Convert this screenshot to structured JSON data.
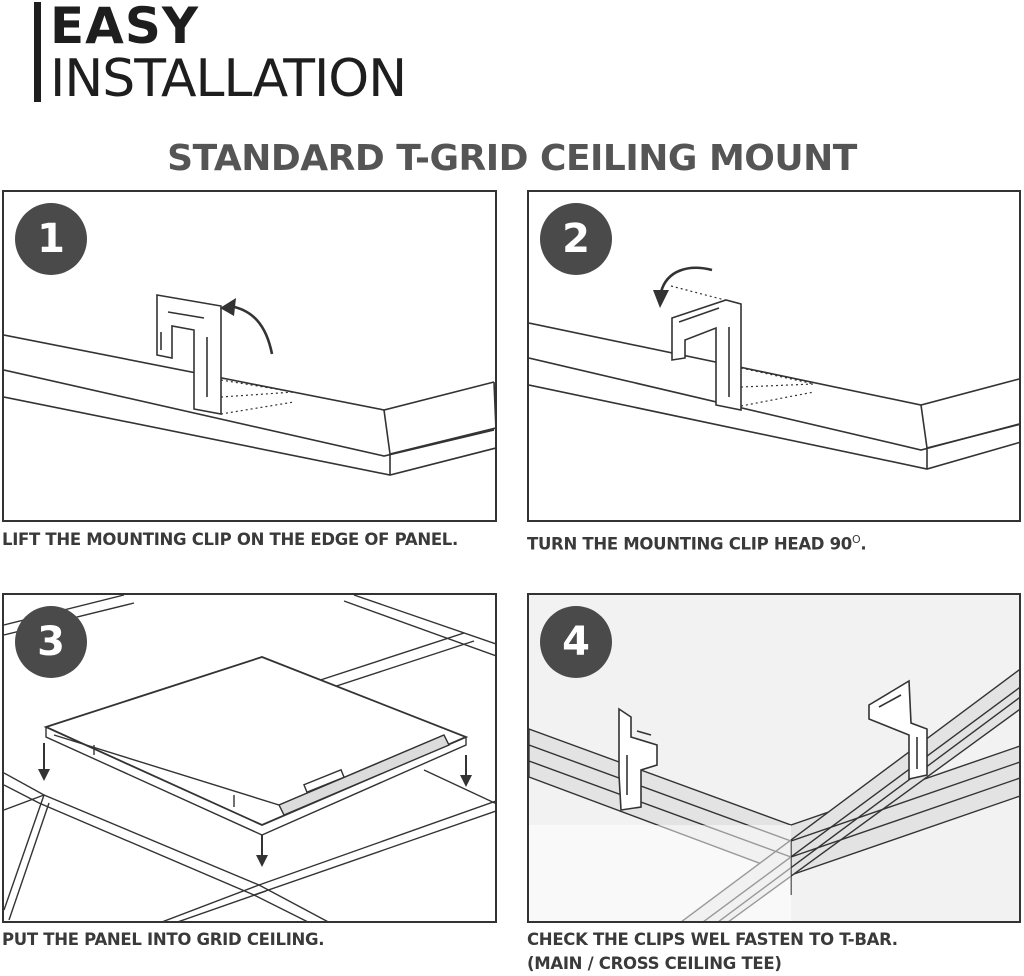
{
  "header": {
    "brand_line1": "EASY",
    "brand_line2": "INSTALLATION",
    "subtitle": "STANDARD T-GRID CEILING MOUNT"
  },
  "steps": [
    {
      "number": "1",
      "caption": "LIFT THE MOUNTING CLIP ON THE EDGE OF PANEL."
    },
    {
      "number": "2",
      "caption_main": "TURN THE MOUNTING CLIP HEAD 90",
      "caption_sup": "O",
      "caption_end": "."
    },
    {
      "number": "3",
      "caption": "PUT THE PANEL INTO GRID CEILING."
    },
    {
      "number": "4",
      "caption_line1": "CHECK THE CLIPS WEL FASTEN TO T-BAR.",
      "caption_line2": "(MAIN / CROSS CEILING TEE)"
    }
  ],
  "colors": {
    "badge": "#4a4a4a",
    "line": "#333333",
    "subtitle": "#555555"
  }
}
